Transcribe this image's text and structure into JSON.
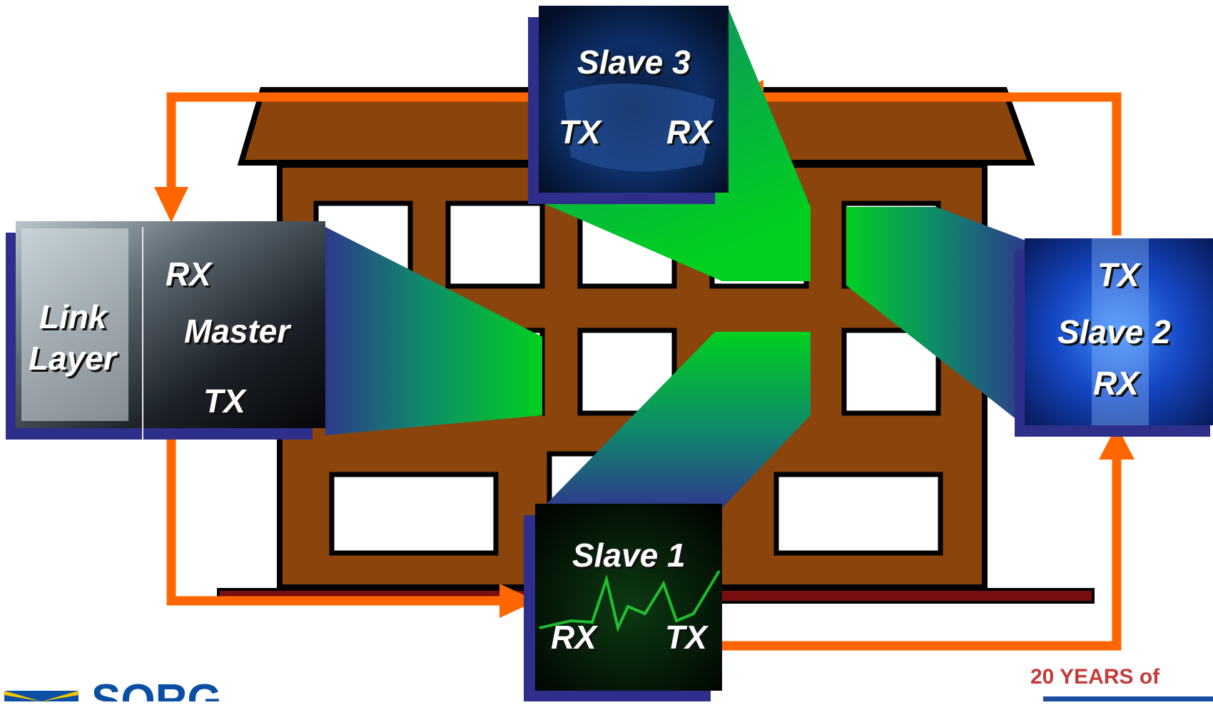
{
  "colors": {
    "building": "#8b440c",
    "outline": "#000000",
    "ring_arrow": "#ff6600",
    "panel_border": "#2e2f8a",
    "beam_green": "#00d020",
    "beam_blue": "#2d3a8c",
    "base_line": "#7a0e0e"
  },
  "nodes": {
    "master": {
      "layer_line1": "Link",
      "layer_line2": "Layer",
      "name": "Master",
      "rx": "RX",
      "tx": "TX"
    },
    "slave1": {
      "name": "Slave 1",
      "rx": "RX",
      "tx": "TX"
    },
    "slave2": {
      "name": "Slave 2",
      "rx": "RX",
      "tx": "TX"
    },
    "slave3": {
      "name": "Slave 3",
      "rx": "RX",
      "tx": "TX"
    }
  },
  "footer": {
    "left_logo_text": "SORG",
    "right_line1": "20 YEARS of"
  }
}
